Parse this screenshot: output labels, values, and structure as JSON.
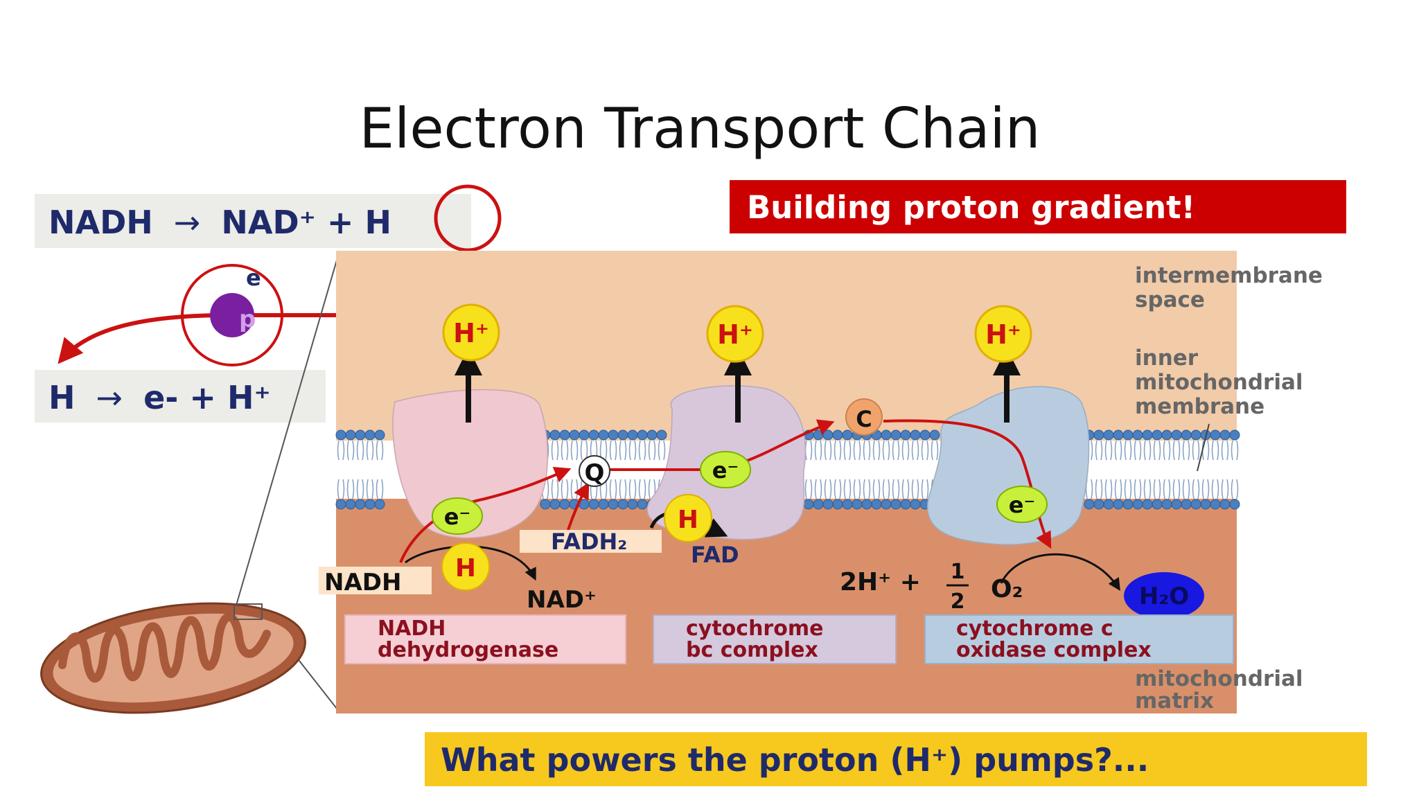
{
  "title": "Electron Transport Chain",
  "banner_red": "Building proton gradient!",
  "banner_yellow": "What powers the proton (H⁺) pumps?...",
  "eq1": {
    "left": "NADH",
    "arrow": "→",
    "right": "NAD⁺ + H"
  },
  "eq2": {
    "left": "H",
    "arrow": "→",
    "right": "e- + H⁺"
  },
  "atom": {
    "electron": "e",
    "proton": "p"
  },
  "regions": {
    "intermembrane": [
      "intermembrane",
      "space"
    ],
    "inner_membrane": [
      "inner",
      "mitochondrial",
      "membrane"
    ],
    "matrix": [
      "mitochondrial",
      "matrix"
    ]
  },
  "proton_label": "H⁺",
  "electron_label": "e⁻",
  "hydrogen_label": "H",
  "q_label": "Q",
  "c_label": "C",
  "nadh_label": "NADH",
  "nad_label": "NAD⁺",
  "fadh2_label": "FADH₂",
  "fad_label": "FAD",
  "water_label": "H₂O",
  "oxygen_eq": {
    "prefix": "2H⁺ +",
    "num": "1",
    "den": "2",
    "o2": "O₂"
  },
  "complexes": [
    [
      "NADH",
      "dehydrogenase"
    ],
    [
      "cytochrome",
      "bc complex"
    ],
    [
      "cytochrome c",
      "oxidase complex"
    ]
  ],
  "colors": {
    "matrix_fill": "#d9906a",
    "intermembrane_fill": "#f2cba9",
    "complex1_fill": "#f0c8cf",
    "complex2_fill": "#d8c6db",
    "complex3_fill": "#b9ccdf",
    "label1_fill": "#f5cfd4",
    "label2_fill": "#d4c9dd",
    "label3_fill": "#b8cce0",
    "red_banner": "#cc0000",
    "yellow_banner": "#f7c81e",
    "navy_text": "#1f2a6b",
    "dark_red_text": "#8b1020",
    "lipid_head": "#4a7fc0"
  }
}
